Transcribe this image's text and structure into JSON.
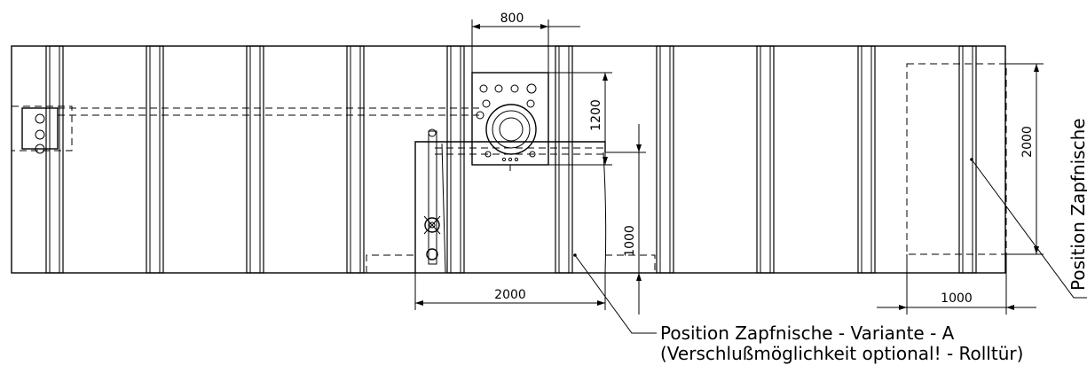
{
  "dimensions": {
    "panel_width": "800",
    "panel_height": "1200",
    "niche_height": "1000",
    "niche_width": "2000",
    "variant_b_height": "2000",
    "variant_b_width": "1000"
  },
  "callouts": {
    "variant_a_line1": "Position Zapfnische - Variante - A",
    "variant_a_line2": "(Verschlußmöglichkeit optional! - Rolltür)",
    "variant_b": "Position Zapfnische"
  }
}
